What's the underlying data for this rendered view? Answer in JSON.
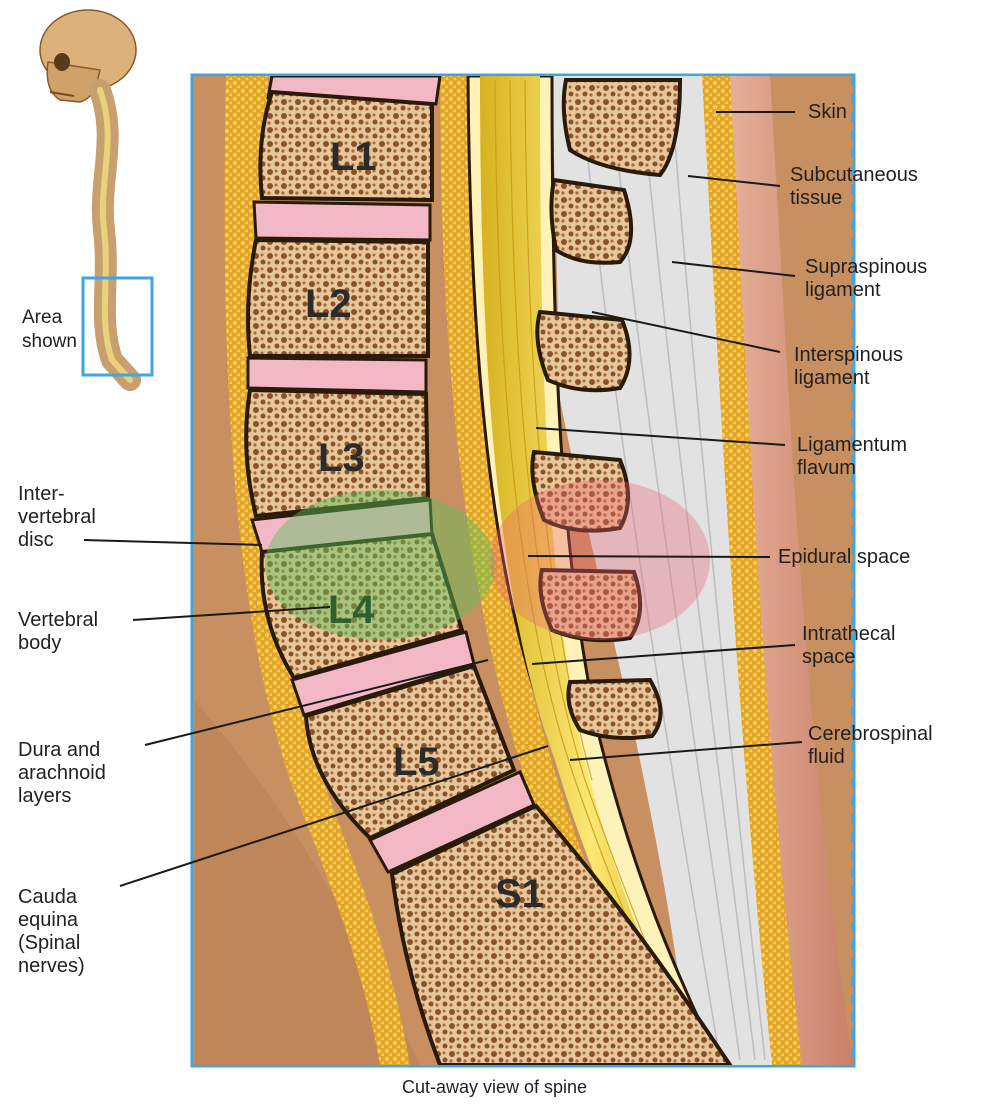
{
  "overview": {
    "area_label": "Area\nshown"
  },
  "vertebrae": [
    "L1",
    "L2",
    "L3",
    "L4",
    "L5",
    "S1"
  ],
  "labels_right": [
    "Skin",
    "Subcutaneous\ntissue",
    "Supraspinous\nligament",
    "Interspinous\nligament",
    "Ligamentum\nflavum",
    "Epidural space",
    "Intrathecal\nspace",
    "Cerebrospinal\nfluid"
  ],
  "labels_left": [
    "Inter-\nvertebral\ndisc",
    "Vertebral\nbody",
    "Dura and\narachnoid\nlayers",
    "Cauda\nequina\n(Spinal\nnerves)"
  ],
  "caption": "Cut-away view of spine",
  "colors": {
    "frame": "#3fa6e0",
    "background_tissue": "#c89060",
    "bone": "#e8c9a0",
    "bone_dark": "#6b3a1c",
    "disc": "#f2b8c6",
    "nerve": "#f4d23c",
    "fat": "#e8b030",
    "ligament": "#dedede",
    "skin": "#d89a80",
    "highlight_green": "#5cbf5c",
    "highlight_red": "#e86070"
  }
}
